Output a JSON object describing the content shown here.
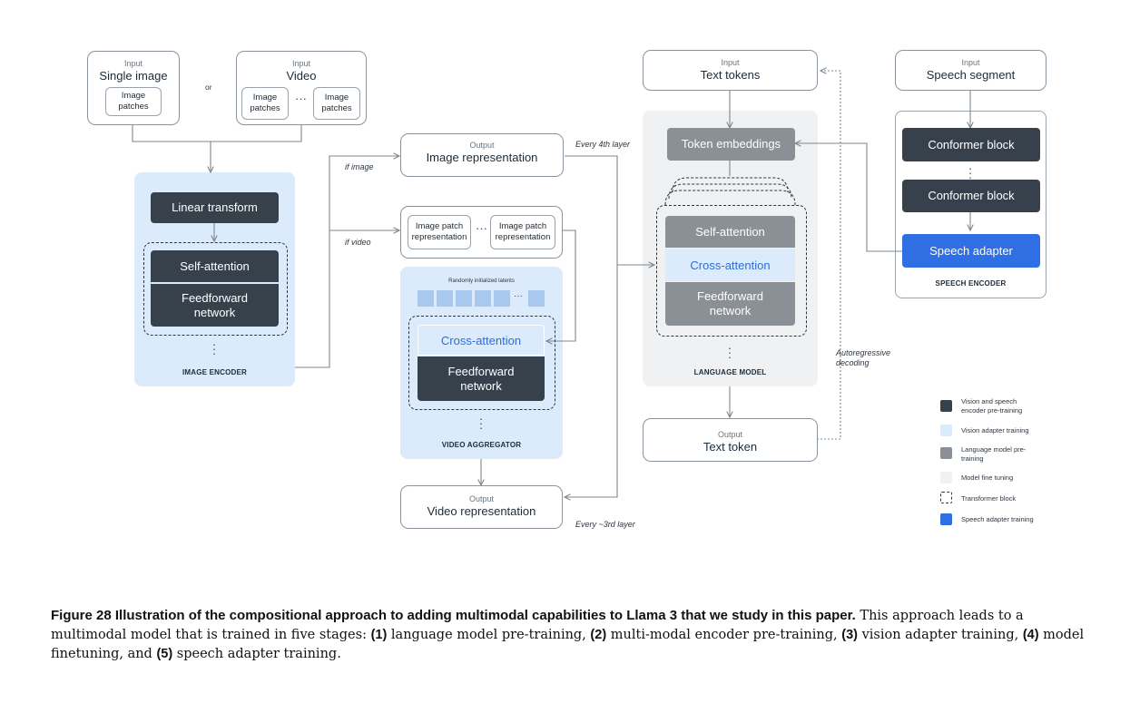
{
  "inputs": {
    "single_image": {
      "small": "Input",
      "title": "Single image",
      "patches": "Image patches"
    },
    "or": "or",
    "video": {
      "small": "Input",
      "title": "Video",
      "patches_left": "Image patches",
      "patches_right": "Image patches"
    },
    "text_tokens": {
      "small": "Input",
      "title": "Text tokens"
    },
    "speech_segment": {
      "small": "Input",
      "title": "Speech segment"
    }
  },
  "image_encoder": {
    "linear": "Linear transform",
    "self_attention": "Self-attention",
    "feedforward": "Feedforward network",
    "label": "IMAGE ENCODER"
  },
  "image_representation": {
    "small": "Output",
    "title": "Image representation"
  },
  "patch_representation": {
    "left": "Image patch representation",
    "right": "Image patch representation"
  },
  "video_aggregator": {
    "latents": "Randomly initialized latents",
    "cross_attention": "Cross-attention",
    "feedforward": "Feedforward network",
    "label": "VIDEO AGGREGATOR"
  },
  "video_representation": {
    "small": "Output",
    "title": "Video representation"
  },
  "language_model": {
    "token_embeddings": "Token embeddings",
    "self_attention": "Self-attention",
    "cross_attention": "Cross-attention",
    "feedforward": "Feedforward network",
    "label": "LANGUAGE MODEL"
  },
  "text_token_output": {
    "small": "Output",
    "title": "Text token"
  },
  "speech_encoder": {
    "conformer1": "Conformer block",
    "conformer2": "Conformer block",
    "adapter": "Speech adapter",
    "label": "SPEECH ENCODER"
  },
  "notes": {
    "if_image": "if image",
    "if_video": "if video",
    "every_4th": "Every 4th layer",
    "every_3rd": "Every ~3rd layer",
    "autoregressive": "Autoregressive decoding"
  },
  "legend": [
    {
      "label": "Vision and speech encoder pre-training",
      "color": "#37414c"
    },
    {
      "label": "Vision adapter training",
      "color": "#dbebfb"
    },
    {
      "label": "Language model pre-training",
      "color": "#8a9096"
    },
    {
      "label": "Model fine tuning",
      "color": "#f0f1f3"
    },
    {
      "label": "Transformer block",
      "color": "dashed"
    },
    {
      "label": "Speech adapter training",
      "color": "#2f6ee3"
    }
  ],
  "caption": {
    "title": "Figure 28 Illustration of the compositional approach to adding multimodal capabilities to Llama 3 that we study in this paper.",
    "text1": " This approach leads to a multimodal model that is trained in five stages: ",
    "s1n": "(1)",
    "s1": " language model pre-training, ",
    "s2n": "(2)",
    "s2": " multi-modal encoder pre-training, ",
    "s3n": "(3)",
    "s3": " vision adapter training, ",
    "s4n": "(4)",
    "s4": " model finetuning, and ",
    "s5n": "(5)",
    "s5": " speech adapter training."
  }
}
